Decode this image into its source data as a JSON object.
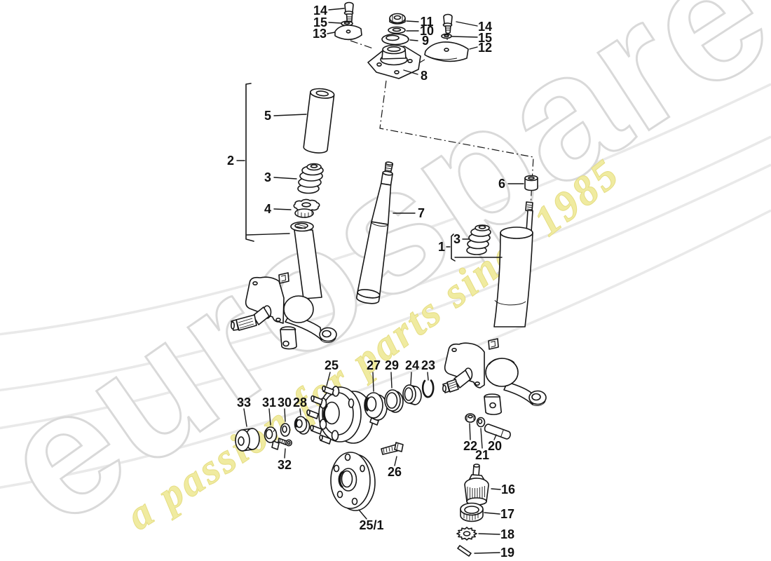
{
  "watermark": {
    "brand": "eurospares",
    "tagline": "a passion for parts since 1985",
    "brand_fill": "#ffffff",
    "brand_outline": "#d9d9d9",
    "tagline_color": "#f0eba0",
    "swoosh_color": "#e9e9e9"
  },
  "diagram": {
    "ink": "#161616",
    "background": "#ffffff",
    "part_labels": [
      {
        "text": "14"
      },
      {
        "text": "15"
      },
      {
        "text": "13"
      },
      {
        "text": "11"
      },
      {
        "text": "10"
      },
      {
        "text": "9"
      },
      {
        "text": "8"
      },
      {
        "text": "14"
      },
      {
        "text": "15"
      },
      {
        "text": "12"
      },
      {
        "text": "2"
      },
      {
        "text": "5"
      },
      {
        "text": "3"
      },
      {
        "text": "4"
      },
      {
        "text": "7"
      },
      {
        "text": "6"
      },
      {
        "text": "1"
      },
      {
        "text": "3"
      },
      {
        "text": "25"
      },
      {
        "text": "27"
      },
      {
        "text": "29"
      },
      {
        "text": "24"
      },
      {
        "text": "23"
      },
      {
        "text": "33"
      },
      {
        "text": "31"
      },
      {
        "text": "30"
      },
      {
        "text": "28"
      },
      {
        "text": "32"
      },
      {
        "text": "26"
      },
      {
        "text": "25/1"
      },
      {
        "text": "22"
      },
      {
        "text": "21"
      },
      {
        "text": "20"
      },
      {
        "text": "16"
      },
      {
        "text": "17"
      },
      {
        "text": "18"
      },
      {
        "text": "19"
      }
    ]
  }
}
